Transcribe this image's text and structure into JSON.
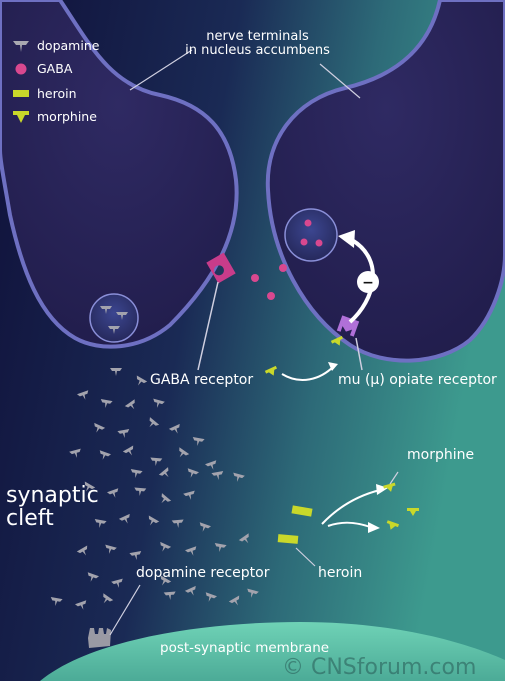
{
  "legend": {
    "items": [
      {
        "label": "dopamine",
        "icon": "dopamine-icon",
        "color": "#a9a9b1"
      },
      {
        "label": "GABA",
        "icon": "gaba-icon",
        "color": "#d9488f"
      },
      {
        "label": "heroin",
        "icon": "heroin-icon",
        "color": "#c9d82a"
      },
      {
        "label": "morphine",
        "icon": "morphine-icon",
        "color": "#c9d82a"
      }
    ]
  },
  "labels": {
    "nerve_terminals_line1": "nerve terminals",
    "nerve_terminals_line2": "in nucleus accumbens",
    "gaba_receptor": "GABA receptor",
    "mu_receptor": "mu (μ) opiate receptor",
    "synaptic_line1": "synaptic",
    "synaptic_line2": "cleft",
    "morphine": "morphine",
    "heroin": "heroin",
    "dopamine_receptor": "dopamine receptor",
    "post_synaptic": "post-synaptic membrane",
    "inhibit_symbol": "−",
    "copyright": "© CNSforum.com"
  },
  "colors": {
    "background_dark": "#12123a",
    "background_teal": "#3a8f86",
    "terminal_fill": "#272255",
    "terminal_outline": "#6e70c2",
    "post_membrane": "#63c7ad",
    "mu_receptor": "#b070d8",
    "gaba_receptor": "#c83c8a",
    "dopamine_receptor": "#9a9aa4"
  }
}
